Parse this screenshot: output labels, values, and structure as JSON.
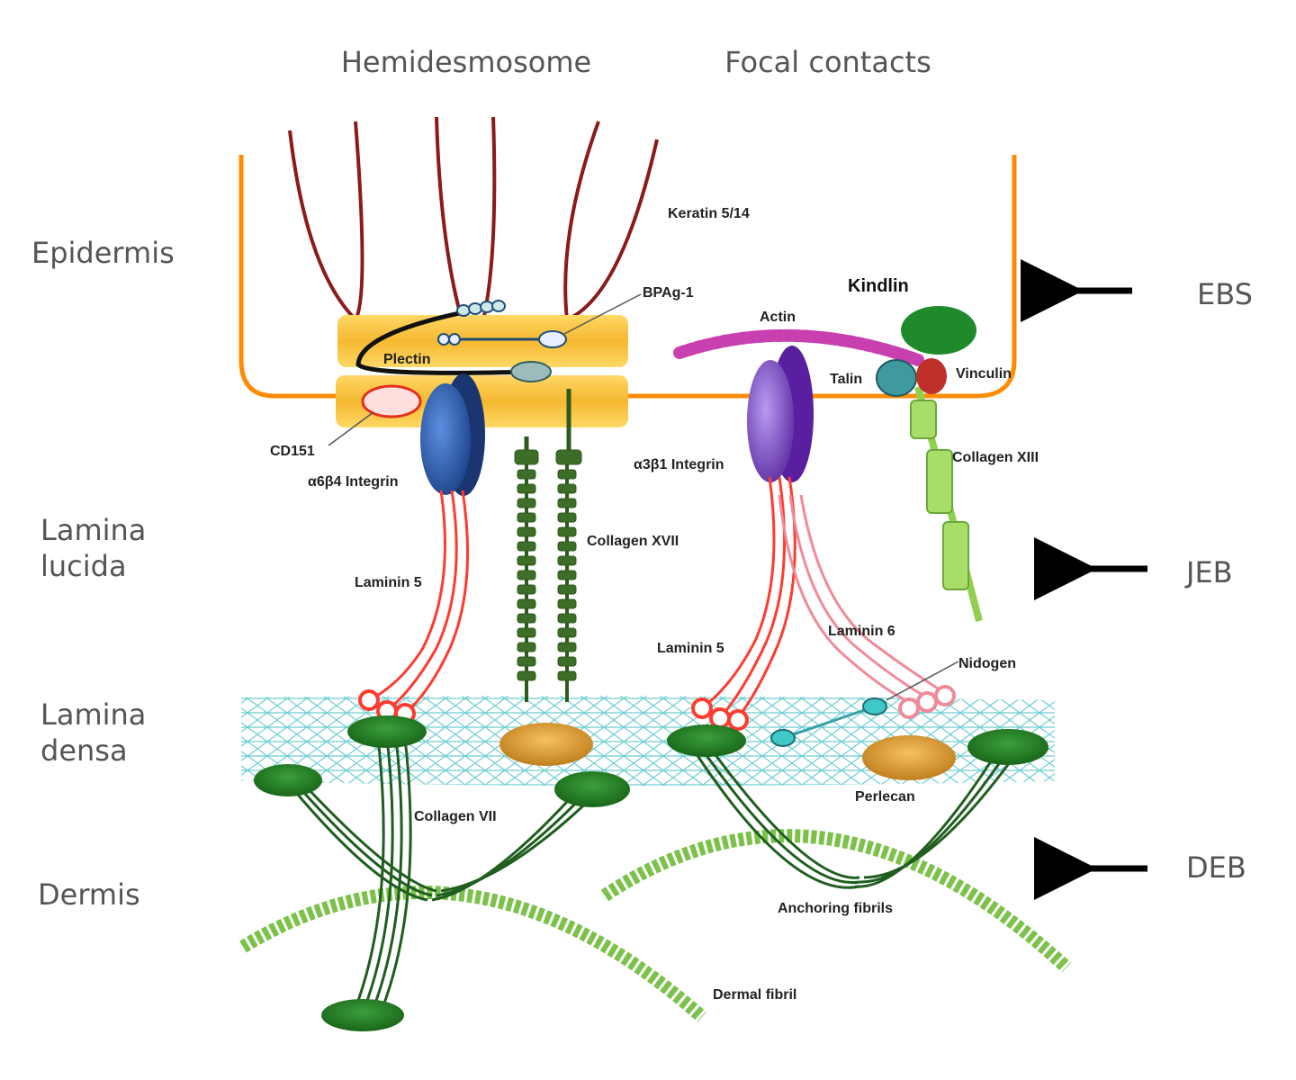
{
  "headers": {
    "hemidesmosome": "Hemidesmosome",
    "focal_contacts": "Focal contacts"
  },
  "layers": {
    "epidermis": "Epidermis",
    "lamina_lucida_1": "Lamina",
    "lamina_lucida_2": "lucida",
    "lamina_densa_1": "Lamina",
    "lamina_densa_2": "densa",
    "dermis": "Dermis"
  },
  "diseases": {
    "ebs": "EBS",
    "jeb": "JEB",
    "deb": "DEB"
  },
  "labels": {
    "keratin": "Keratin 5/14",
    "kindlin": "Kindlin",
    "bpag1": "BPAg-1",
    "actin": "Actin",
    "plectin": "Plectin",
    "talin": "Talin",
    "vinculin": "Vinculin",
    "cd151": "CD151",
    "a6b4_integrin": "α6β4 Integrin",
    "a3b1_integrin": "α3β1 Integrin",
    "collagen_xiii": "Collagen XIII",
    "collagen_xvii": "Collagen XVII",
    "laminin5_left": "Laminin 5",
    "laminin5_right": "Laminin 5",
    "laminin6": "Laminin 6",
    "nidogen": "Nidogen",
    "collagen_vii": "Collagen VII",
    "perlecan": "Perlecan",
    "anchoring_fibrils": "Anchoring fibrils",
    "dermal_fibril": "Dermal fibril"
  },
  "colors": {
    "membrane": "#ff8c00",
    "keratin": "#8b1a1a",
    "plaque": "#f5b830",
    "integrin_a6b4": "#1f4e9c",
    "integrin_a3b1": "#6a2fb0",
    "laminin5": "#ff3b30",
    "laminin6": "#f08a9a",
    "collagen_xvii": "#2e5a1e",
    "collagen_xiii": "#8fd14f",
    "collagen_vii": "#1f5e1f",
    "anchoring_plaque": "#1e7a1e",
    "dermal_fibril": "#7cc24a",
    "lamina_densa_mesh": "#5ec8cf",
    "perlecan": "#e09a20",
    "actin": "#c840b0",
    "vinculin": "#c0302a",
    "talin": "#3f9aa0",
    "kindlin": "#1e8a2a",
    "arrow": "#000000"
  }
}
